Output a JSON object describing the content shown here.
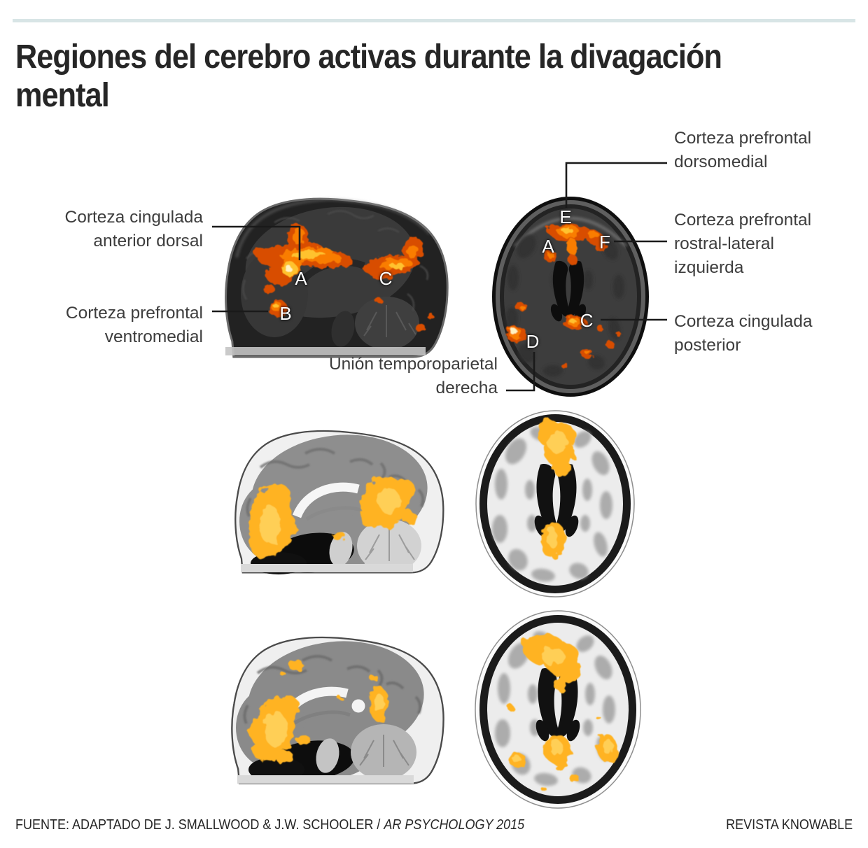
{
  "figure": {
    "title": "Regiones del cerebro activas durante la divagación\nmental"
  },
  "annotations": {
    "acc": {
      "label": "Corteza cingulada\nanterior dorsal"
    },
    "vmpfc": {
      "label": "Corteza prefrontal\nventromedial"
    },
    "dmpfc": {
      "label": "Corteza prefrontal\ndorsomedial"
    },
    "rlpfc": {
      "label": "Corteza prefrontal\nrostral-lateral\nizquierda"
    },
    "pcc": {
      "label": "Corteza cingulada\nposterior"
    },
    "tpj": {
      "label": "Unión temporoparietal\nderecha"
    }
  },
  "markers": {
    "sagittal": [
      {
        "char": "A"
      },
      {
        "char": "B"
      },
      {
        "char": "C"
      }
    ],
    "axial": [
      {
        "char": "E"
      },
      {
        "char": "A"
      },
      {
        "char": "F"
      },
      {
        "char": "C"
      },
      {
        "char": "D"
      }
    ]
  },
  "footer": {
    "source_prefix": "FUENTE: ADAPTADO DE J. SMALLWOOD & J.W. SCHOOLER / ",
    "source_journal": "AR PSYCHOLOGY",
    "source_year": " 2015",
    "credit": "REVISTA KNOWABLE"
  },
  "colors": {
    "top_rule": "#d8e5e6",
    "activation_hot_edge": "#d84e00",
    "activation_hot_mid": "#f97d06",
    "activation_hot_bright": "#ffc22e",
    "activation_hot_core": "#fff3c2",
    "activation_flat": "#ffb322",
    "activation_flat_highlight": "#ffd35c",
    "marker_letter": "#ffffff",
    "label_text": "#3d3d3d",
    "title_text": "#262626"
  }
}
